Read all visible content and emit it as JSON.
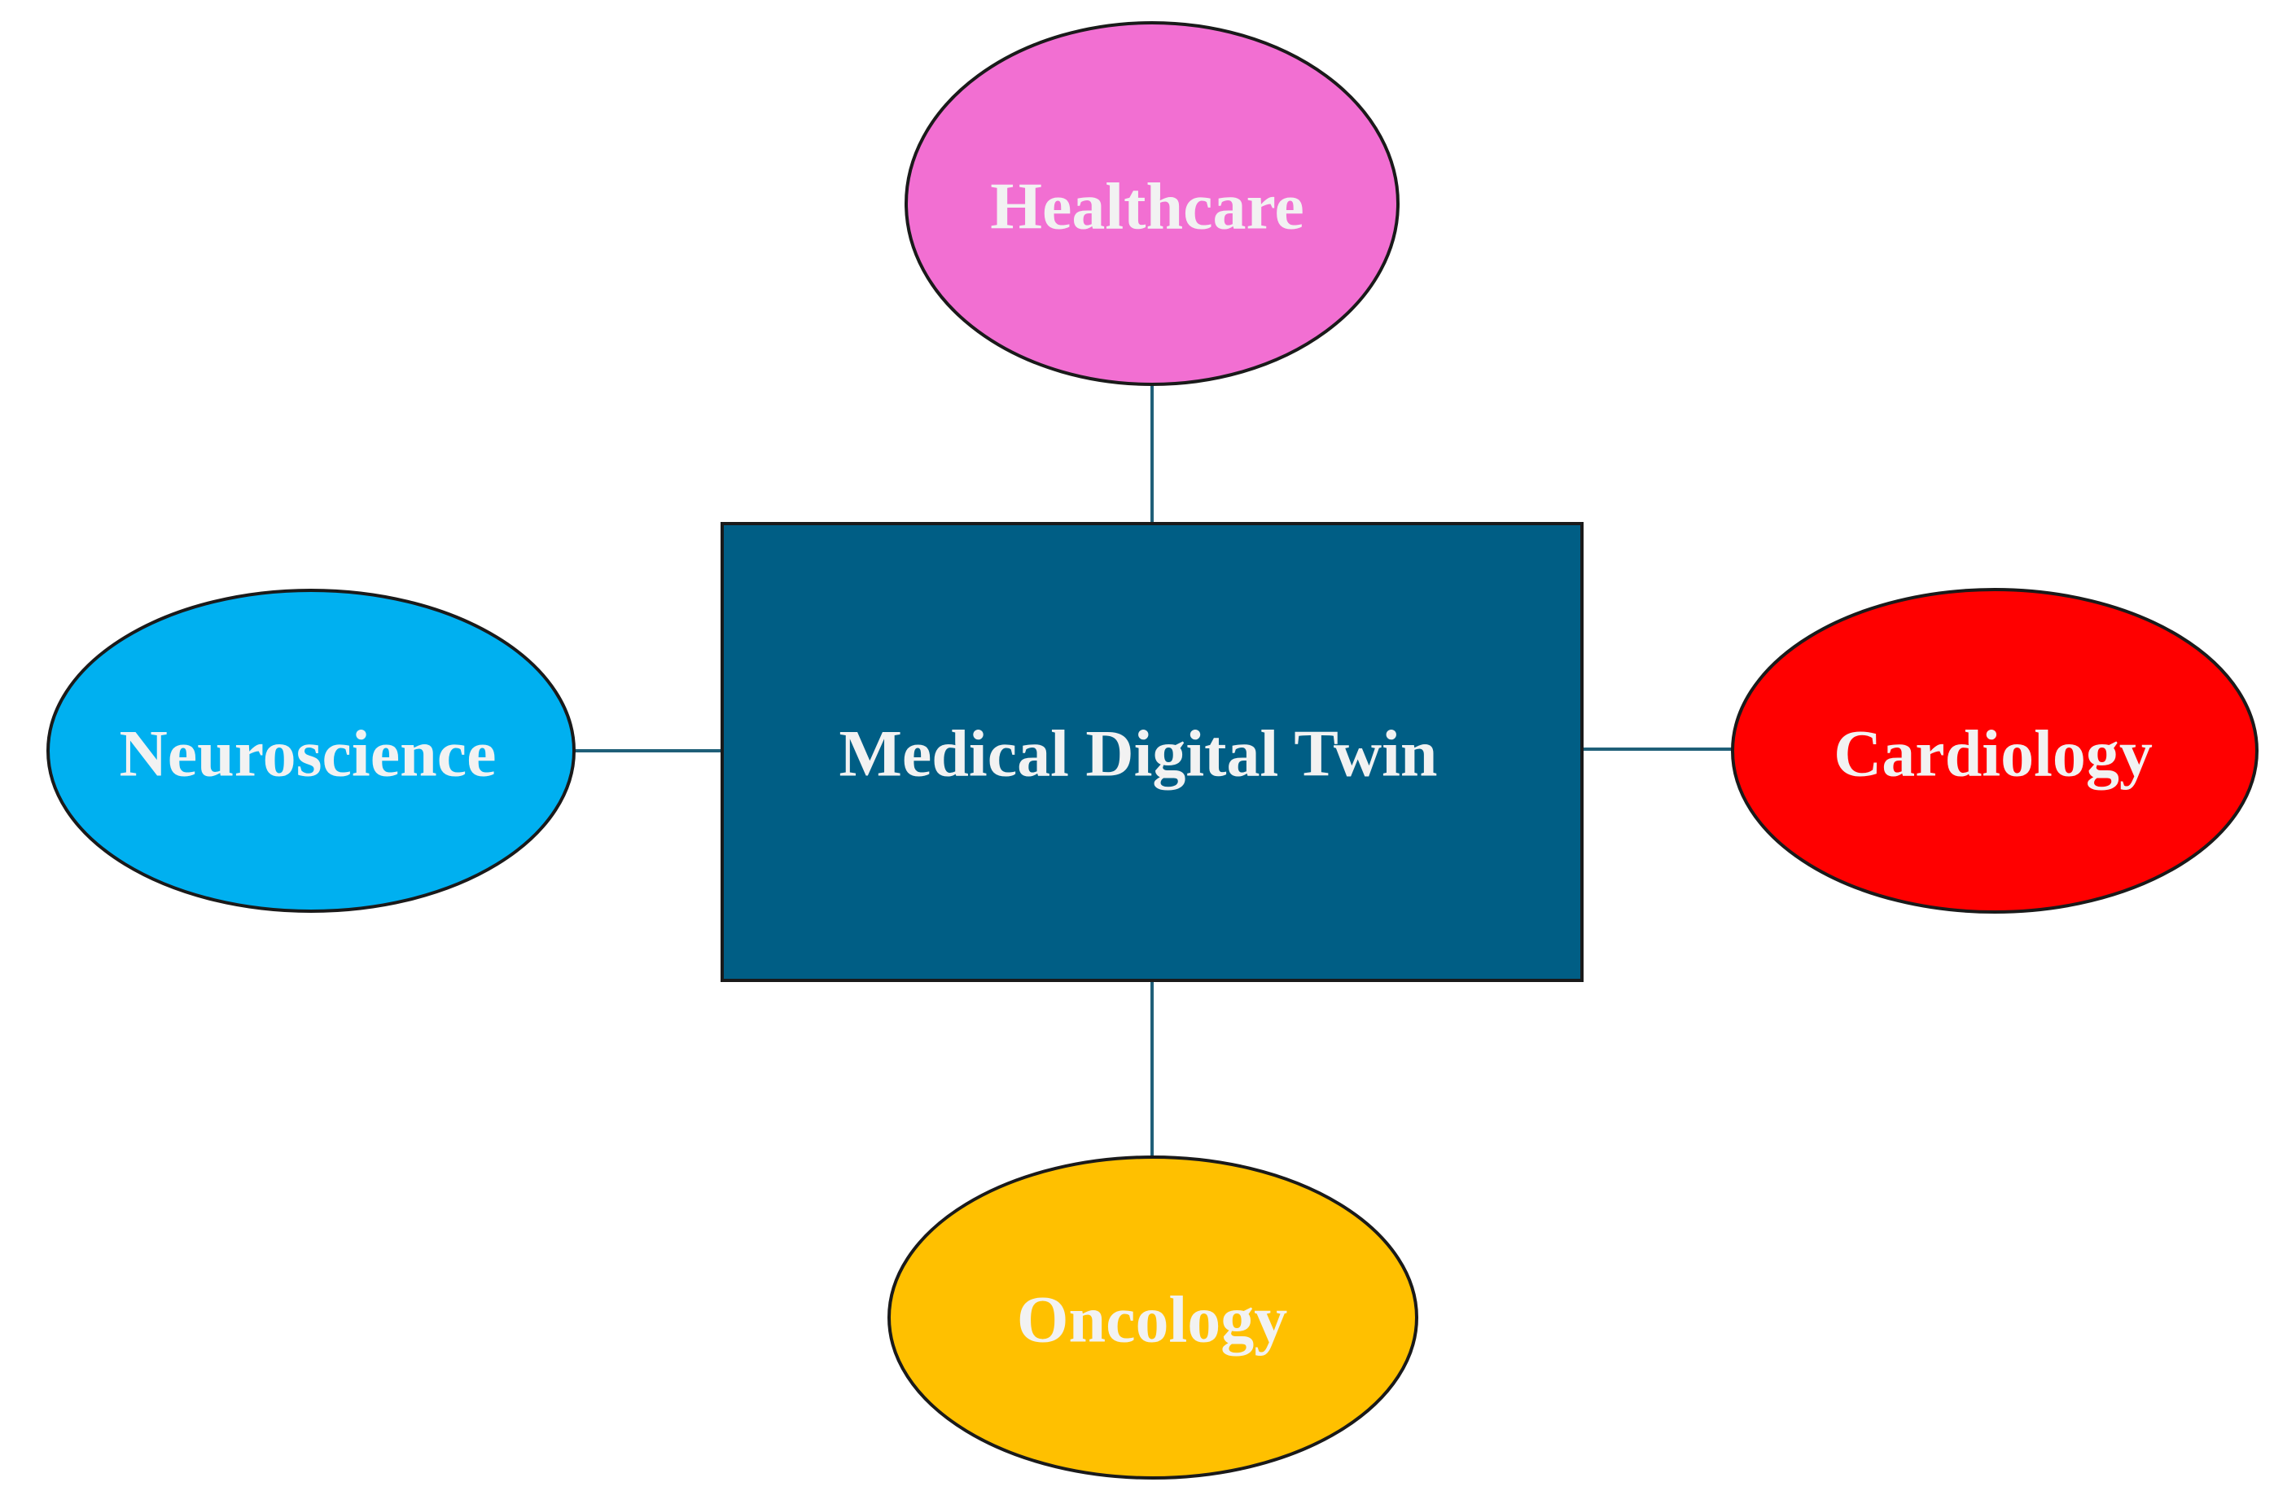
{
  "center": {
    "label": "Medical Digital Twin",
    "color": "#005e85"
  },
  "nodes": {
    "healthcare": {
      "label": "Healthcare",
      "color": "#f26fd2"
    },
    "neuroscience": {
      "label": "Neuroscience",
      "color": "#00b0f0"
    },
    "cardiology": {
      "label": "Cardiology",
      "color": "#ff0000"
    },
    "oncology": {
      "label": "Oncology",
      "color": "#ffc000"
    }
  },
  "connector_color": "#1f5f78"
}
